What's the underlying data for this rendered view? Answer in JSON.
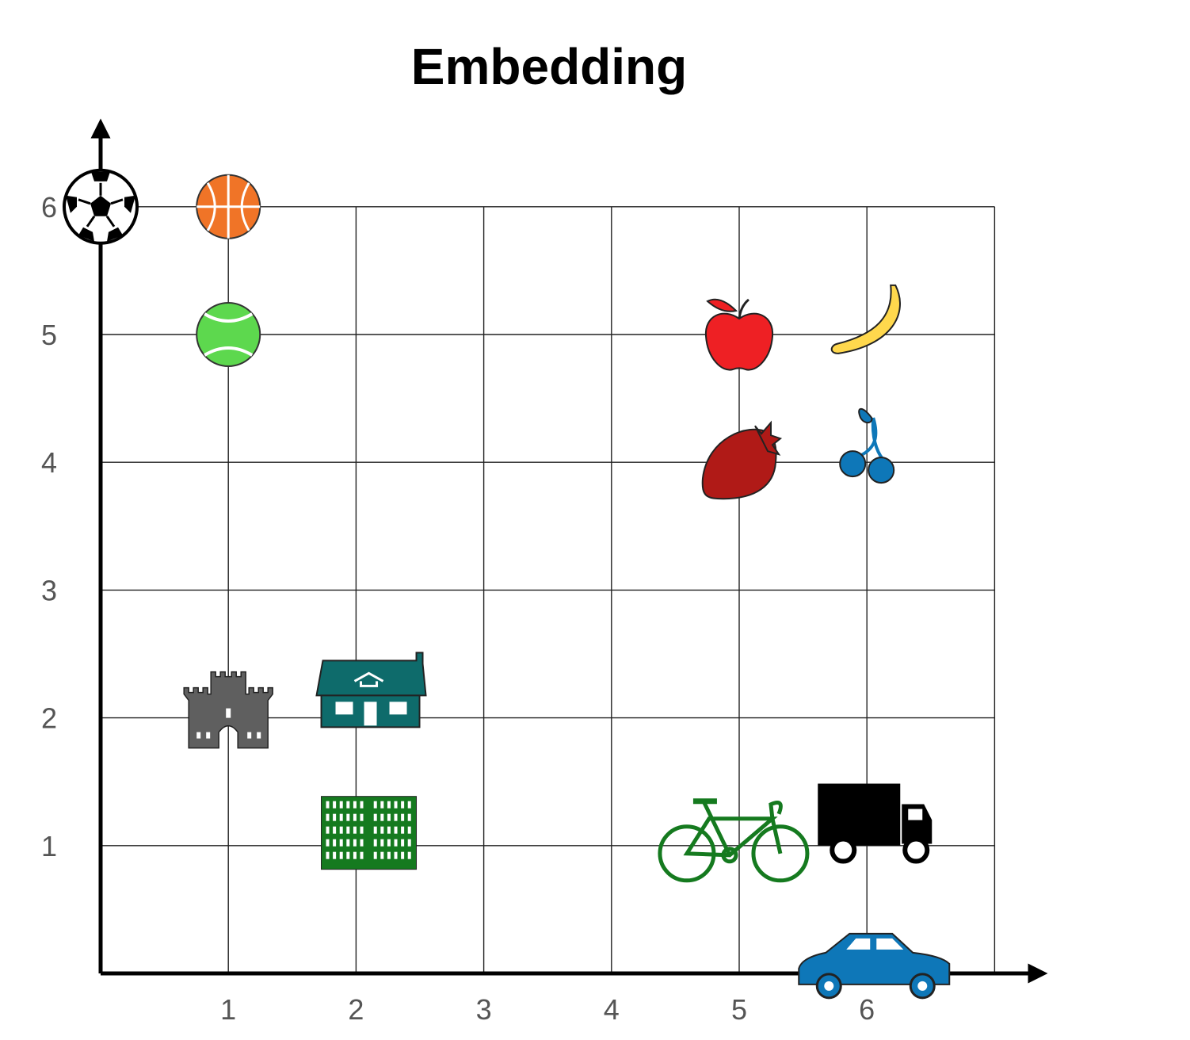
{
  "chart_data": {
    "type": "scatter",
    "title": "Embedding",
    "xlabel": "",
    "ylabel": "",
    "xlim": [
      0,
      7
    ],
    "ylim": [
      0,
      6
    ],
    "grid": true,
    "x_ticks": [
      "1",
      "2",
      "3",
      "4",
      "5",
      "6"
    ],
    "y_ticks": [
      "1",
      "2",
      "3",
      "4",
      "5",
      "6"
    ],
    "points": [
      {
        "name": "soccer-ball",
        "x": 0,
        "y": 6,
        "color": "#000000"
      },
      {
        "name": "basketball",
        "x": 1,
        "y": 6,
        "color": "#F07427"
      },
      {
        "name": "tennis-ball",
        "x": 1,
        "y": 5,
        "color": "#5DD84E"
      },
      {
        "name": "apple",
        "x": 5,
        "y": 5,
        "color": "#EE2024"
      },
      {
        "name": "banana",
        "x": 6,
        "y": 5.1,
        "color": "#FFD84D"
      },
      {
        "name": "strawberry",
        "x": 5,
        "y": 4,
        "color": "#B01A17"
      },
      {
        "name": "cherries",
        "x": 6,
        "y": 4.1,
        "color": "#0E77B8"
      },
      {
        "name": "castle",
        "x": 1,
        "y": 2,
        "color": "#5F5F5F"
      },
      {
        "name": "house",
        "x": 2.1,
        "y": 2.2,
        "color": "#0E6B6B"
      },
      {
        "name": "apartment-building",
        "x": 2.1,
        "y": 1.1,
        "color": "#157A1F"
      },
      {
        "name": "bicycle",
        "x": 4.95,
        "y": 1,
        "color": "#157A1F"
      },
      {
        "name": "truck",
        "x": 6.05,
        "y": 1.2,
        "color": "#000000"
      },
      {
        "name": "car",
        "x": 6.05,
        "y": 0.1,
        "color": "#0E77B8"
      }
    ]
  }
}
